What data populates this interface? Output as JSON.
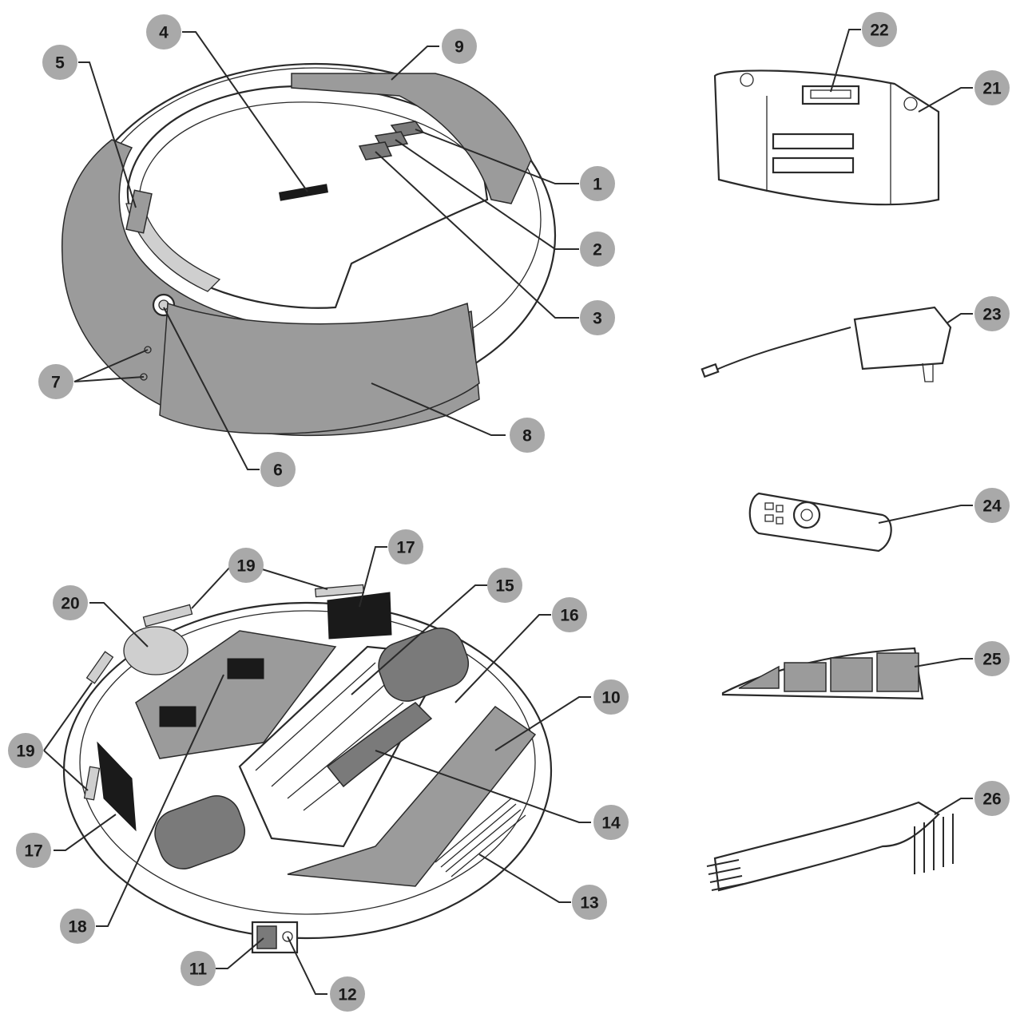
{
  "callouts": [
    {
      "id": "1",
      "label": "1"
    },
    {
      "id": "2",
      "label": "2"
    },
    {
      "id": "3",
      "label": "3"
    },
    {
      "id": "4",
      "label": "4"
    },
    {
      "id": "5",
      "label": "5"
    },
    {
      "id": "6",
      "label": "6"
    },
    {
      "id": "7",
      "label": "7"
    },
    {
      "id": "8",
      "label": "8"
    },
    {
      "id": "9",
      "label": "9"
    },
    {
      "id": "10",
      "label": "10"
    },
    {
      "id": "11",
      "label": "11"
    },
    {
      "id": "12",
      "label": "12"
    },
    {
      "id": "13",
      "label": "13"
    },
    {
      "id": "14",
      "label": "14"
    },
    {
      "id": "15",
      "label": "15"
    },
    {
      "id": "16",
      "label": "16"
    },
    {
      "id": "17a",
      "label": "17"
    },
    {
      "id": "17b",
      "label": "17"
    },
    {
      "id": "18",
      "label": "18"
    },
    {
      "id": "19a",
      "label": "19"
    },
    {
      "id": "19b",
      "label": "19"
    },
    {
      "id": "20",
      "label": "20"
    },
    {
      "id": "21",
      "label": "21"
    },
    {
      "id": "22",
      "label": "22"
    },
    {
      "id": "23",
      "label": "23"
    },
    {
      "id": "24",
      "label": "24"
    },
    {
      "id": "25",
      "label": "25"
    },
    {
      "id": "26",
      "label": "26"
    }
  ],
  "colors": {
    "badge": "#a9a9a9",
    "panel": "#9b9b9b",
    "line": "#2a2a2a"
  },
  "icons": [
    "robot-top-view",
    "robot-bottom-view",
    "battery",
    "charger-adapter",
    "remote-control",
    "filter",
    "cleaning-brush"
  ]
}
